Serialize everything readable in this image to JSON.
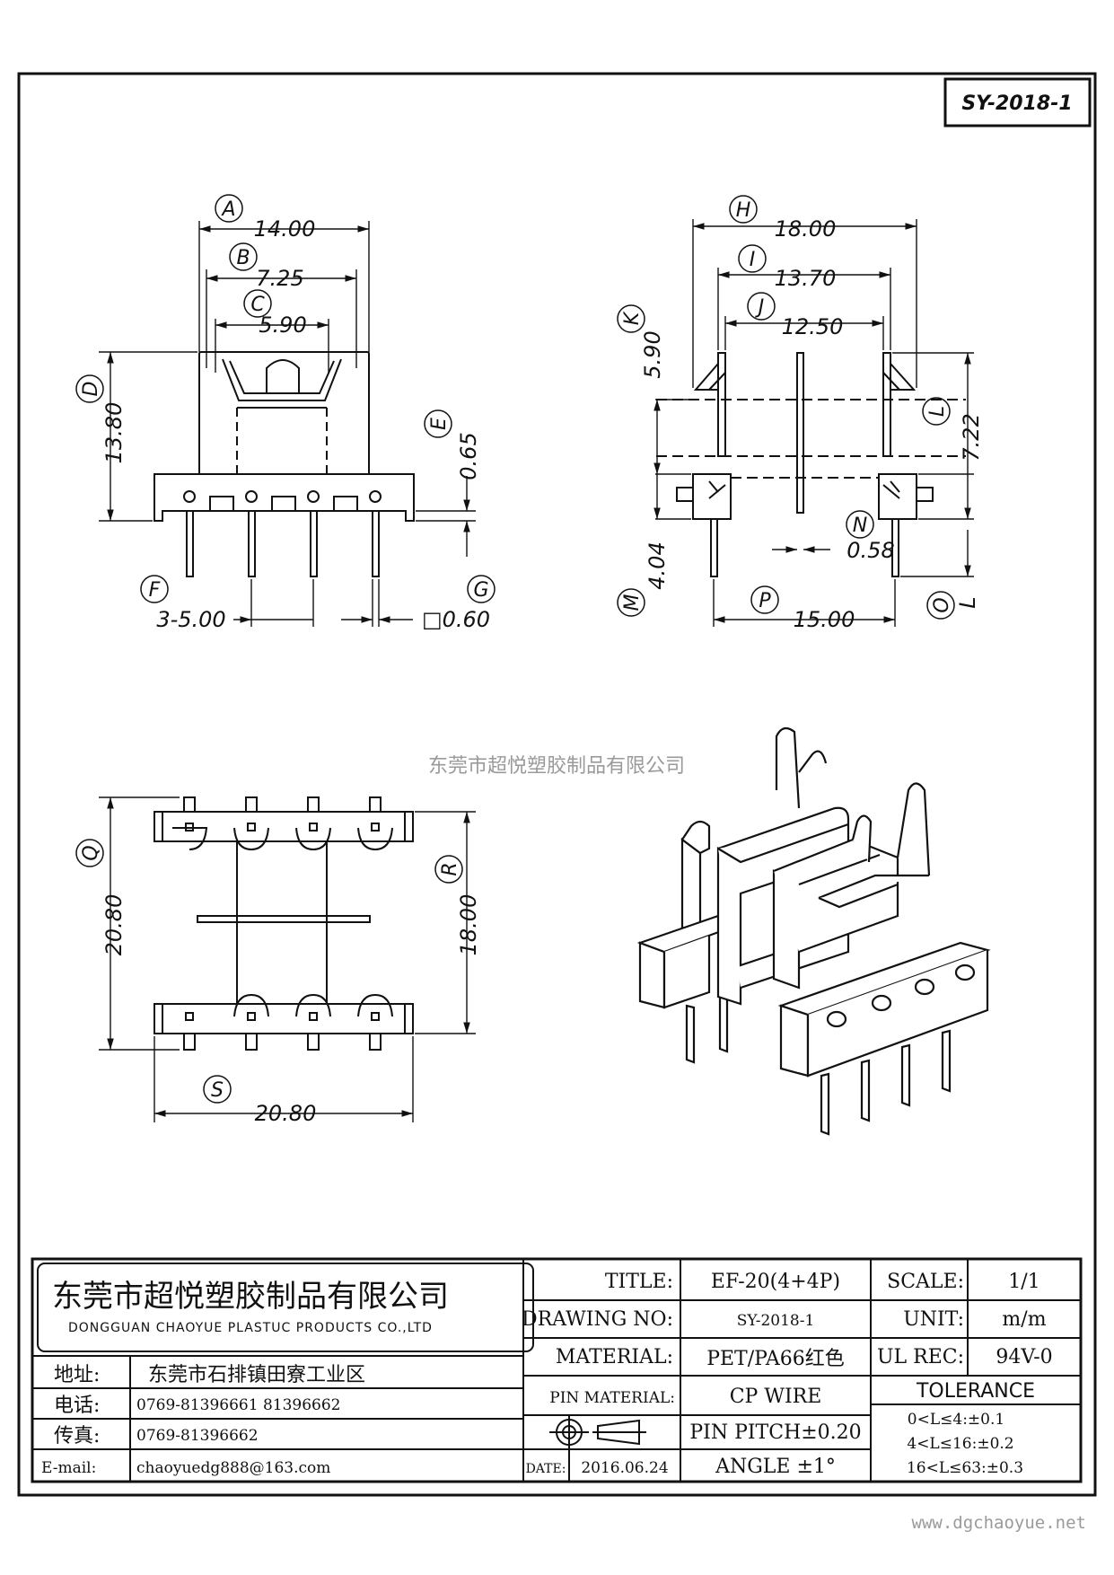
{
  "drawing_code": "SY-2018-1",
  "watermark": "东莞市超悦塑胶制品有限公司",
  "website": "www.dgchaoyue.net",
  "front_view": {
    "A": "A",
    "A_value": "14.00",
    "B": "B",
    "B_value": "7.25",
    "C": "C",
    "C_value": "5.90",
    "D": "D",
    "D_value": "13.80",
    "E": "E",
    "E_value": "0.65",
    "F": "F",
    "F_value": "3-5.00",
    "G": "G",
    "G_value": "□0.60"
  },
  "side_view": {
    "H": "H",
    "H_value": "18.00",
    "I": "I",
    "I_value": "13.70",
    "J": "J",
    "J_value": "12.50",
    "K": "K",
    "K_value": "5.90",
    "L": "L",
    "L_value": "7.22",
    "M": "M",
    "M_value": "4.04",
    "N": "N",
    "N_value": "0.58",
    "O": "O",
    "O_value": "L",
    "P": "P",
    "P_value": "15.00"
  },
  "bottom_view": {
    "Q": "Q",
    "Q_value": "20.80",
    "R": "R",
    "R_value": "18.00",
    "S": "S",
    "S_value": "20.80"
  },
  "title_block": {
    "company_cn": "东莞市超悦塑胶制品有限公司",
    "company_en": "DONGGUAN CHAOYUE PLASTUC PRODUCTS CO.,LTD",
    "address_label": "地址:",
    "address": "东莞市石排镇田寮工业区",
    "phone_label": "电话:",
    "phone": "0769-81396661   81396662",
    "fax_label": "传真:",
    "fax": "0769-81396662",
    "email_label": "E-mail:",
    "email": "chaoyuedg888@163.com",
    "title_label": "TITLE:",
    "title": "EF-20(4+4P)",
    "drawing_no_label": "DRAWING NO:",
    "drawing_no": "SY-2018-1",
    "material_label": "MATERIAL:",
    "material": "PET/PA66红色",
    "pin_material_label": "PIN MATERIAL:",
    "pin_material": "CP WIRE",
    "pin_pitch": "PIN PITCH±0.20",
    "date_label": "DATE:",
    "date": "2016.06.24",
    "angle": "ANGLE  ±1°",
    "scale_label": "SCALE:",
    "scale": "1/1",
    "unit_label": "UNIT:",
    "unit": "m/m",
    "ul_label": "UL REC:",
    "ul": "94V-0",
    "tolerance_label": "TOLERANCE",
    "tolerance": [
      "0<L≤4:±0.1",
      "4<L≤16:±0.2",
      "16<L≤63:±0.3"
    ]
  }
}
